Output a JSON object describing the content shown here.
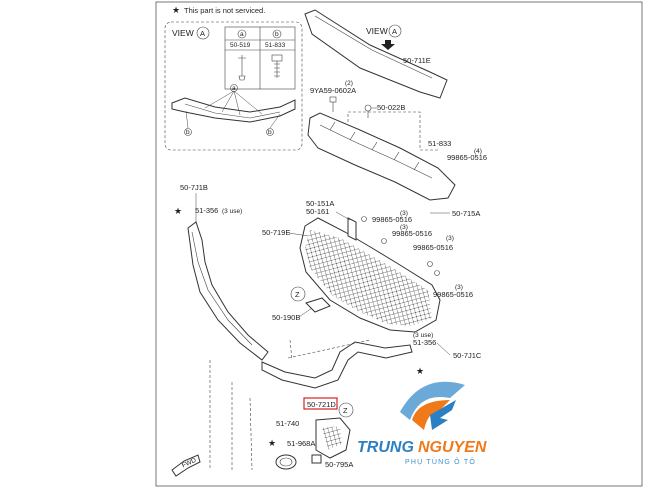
{
  "legend": {
    "star_symbol": "★",
    "text": "This part is not serviced."
  },
  "view_box": {
    "title": "VIEW",
    "circle_letter": "A",
    "markers": [
      "a",
      "b"
    ],
    "parts": [
      "50-519",
      "51-833"
    ]
  },
  "view_arrow": {
    "title": "VIEW",
    "circle_letter": "A"
  },
  "callouts": {
    "p_711E": "50-711E",
    "p_9YA": "9YA59-0602A",
    "qty_2": "(2)",
    "p_022B": "50-022B",
    "p_51833": "51-833",
    "qty_4": "(4)",
    "p_99865_a": "99865-0516",
    "p_715A": "50-715A",
    "p_7J1B": "50-7J1B",
    "p_51356_a": "51-356",
    "use_3_a": "(3 use)",
    "p_151A": "50-151A",
    "p_161": "50-161",
    "qty_3_a": "(3)",
    "p_99865_b": "99865-0516",
    "p_719E": "50-719E",
    "qty_3_b": "(3)",
    "p_99865_c": "99865-0516",
    "qty_3_c": "(3)",
    "p_99865_d": "99865-0516",
    "qty_3_d": "(3)",
    "p_99865_e": "99865-0516",
    "letter_Z_a": "Z",
    "p_190B": "50-190B",
    "use_3_b": "(3 use)",
    "p_51356_b": "51-356",
    "p_7J1C": "50-7J1C",
    "p_721D": "50-721D",
    "letter_Z_b": "Z",
    "p_51740": "51-740",
    "p_968A": "51-968A",
    "p_795A": "50-795A",
    "fwd": "FWD"
  },
  "brand": {
    "name_left": "TRUNG",
    "name_right": "NGUYEN",
    "tagline": "PHỤ TÙNG Ô TÔ",
    "colors": {
      "blue": "#2b7fc4",
      "orange": "#f07a1a",
      "red_box": "#d42020"
    }
  }
}
